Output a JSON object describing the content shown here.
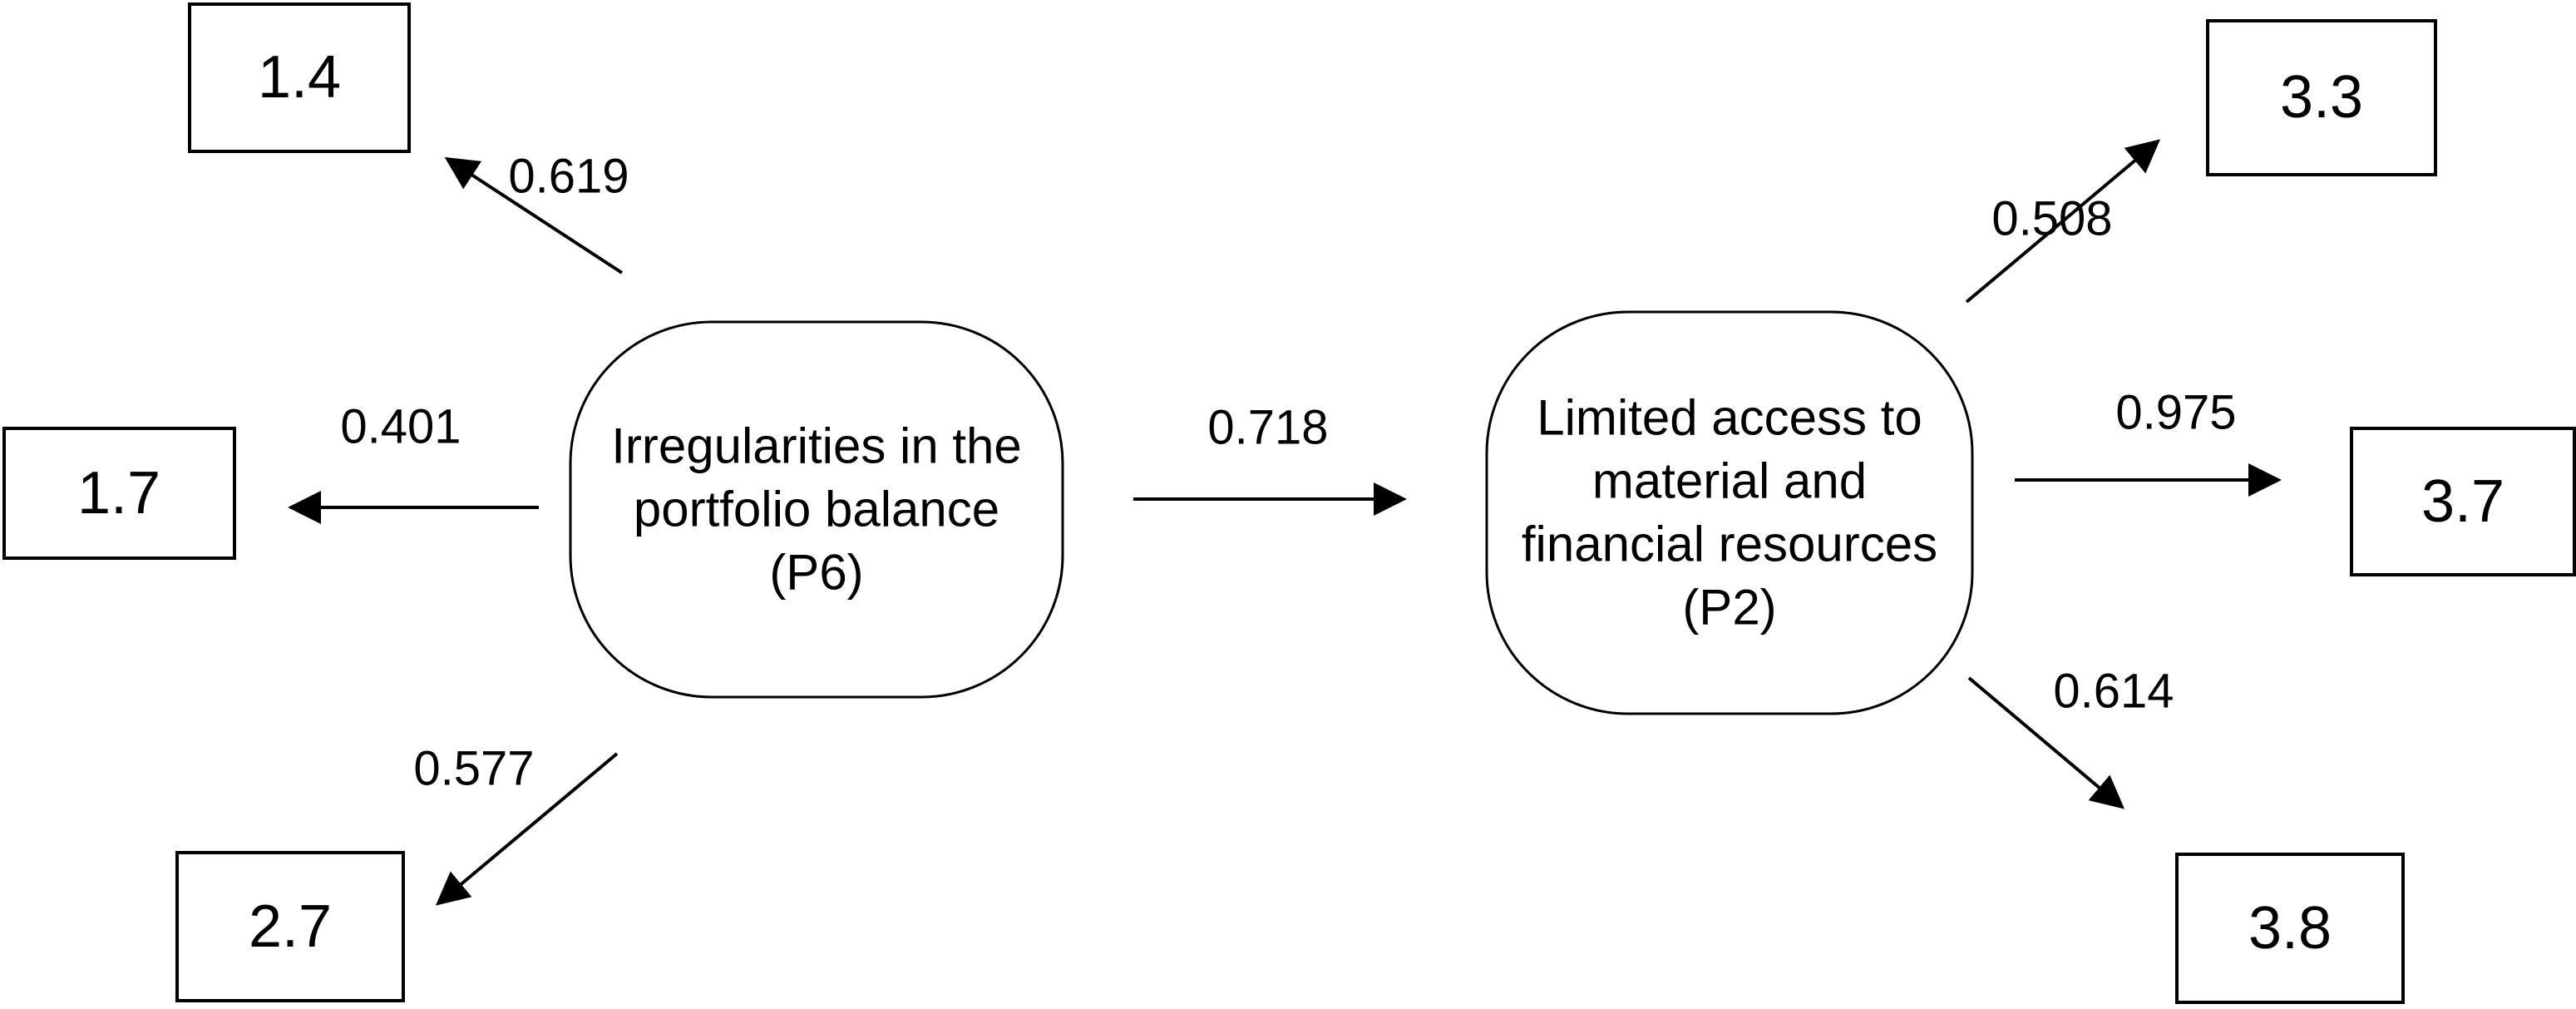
{
  "diagram": {
    "kind": "structural-path-diagram",
    "colors": {
      "stroke": "#000000",
      "background": "#ffffff"
    },
    "nodes": {
      "p6": {
        "id": "P6",
        "label": "Irregularities in the portfolio balance (P6)",
        "lines": [
          "Irregularities in the",
          "portfolio balance",
          "(P6)"
        ]
      },
      "p2": {
        "id": "P2",
        "label": "Limited access to material and financial resources (P2)",
        "lines": [
          "Limited access to",
          "material and",
          "financial resources",
          "(P2)"
        ]
      }
    },
    "boxes": [
      {
        "value": "1.4"
      },
      {
        "value": "1.7"
      },
      {
        "value": "2.7"
      },
      {
        "value": "3.3"
      },
      {
        "value": "3.7"
      },
      {
        "value": "3.8"
      }
    ],
    "paths": [
      {
        "from": "P6",
        "to": "1.4",
        "coefficient": "0.619"
      },
      {
        "from": "P6",
        "to": "1.7",
        "coefficient": "0.401"
      },
      {
        "from": "P6",
        "to": "2.7",
        "coefficient": "0.577"
      },
      {
        "from": "P6",
        "to": "P2",
        "coefficient": "0.718"
      },
      {
        "from": "P2",
        "to": "3.3",
        "coefficient": "0.508"
      },
      {
        "from": "P2",
        "to": "3.7",
        "coefficient": "0.975"
      },
      {
        "from": "P2",
        "to": "3.8",
        "coefficient": "0.614"
      }
    ]
  }
}
